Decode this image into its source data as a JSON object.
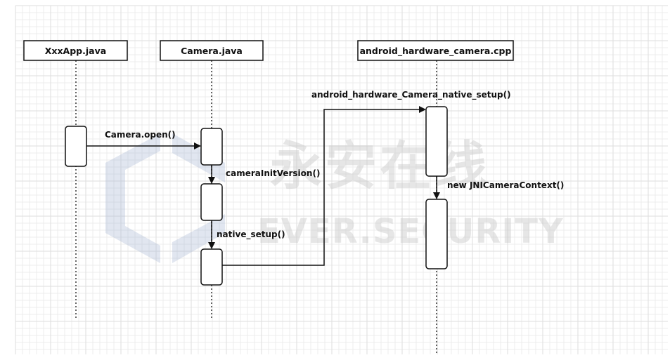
{
  "diagram": {
    "participants": [
      {
        "id": "xxxapp",
        "label": "XxxApp.java"
      },
      {
        "id": "camera",
        "label": "Camera.java"
      },
      {
        "id": "cpp",
        "label": "android_hardware_camera.cpp"
      }
    ],
    "messages": [
      {
        "id": "open",
        "label": "Camera.open()",
        "from": "xxxapp",
        "to": "camera"
      },
      {
        "id": "initversion",
        "label": "cameraInitVersion()",
        "from": "camera",
        "to": "camera"
      },
      {
        "id": "nativesetup",
        "label": "native_setup()",
        "from": "camera",
        "to": "camera"
      },
      {
        "id": "hwsetup",
        "label": "android_hardware_Camera_native_setup()",
        "from": "camera",
        "to": "cpp"
      },
      {
        "id": "jnicontext",
        "label": "new JNICameraContext()",
        "from": "cpp",
        "to": "cpp"
      }
    ]
  },
  "watermark": {
    "chinese": "永安在线",
    "english": "EVER.SECURITY",
    "logo_icon": "ever-security-logo-icon"
  }
}
